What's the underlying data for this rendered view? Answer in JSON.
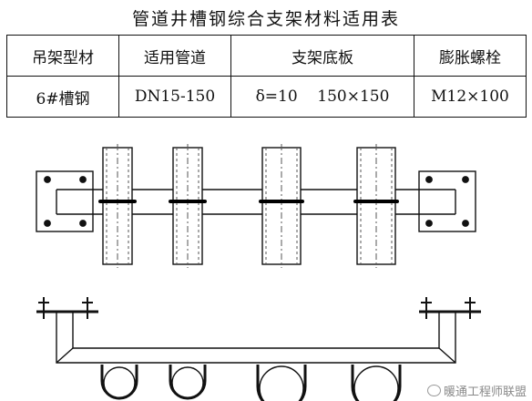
{
  "title": "管道井槽钢综合支架材料适用表",
  "table": {
    "headers": [
      "吊架型材",
      "适用管道",
      "支架底板",
      "膨胀螺栓"
    ],
    "row": [
      "6#槽钢",
      "DN15-150",
      "δ=10    150×150",
      "M12×100"
    ]
  },
  "watermark": "暖通工程师联盟",
  "colors": {
    "line": "#111111",
    "pipe_dash": "#555555",
    "weld": "#000000"
  }
}
